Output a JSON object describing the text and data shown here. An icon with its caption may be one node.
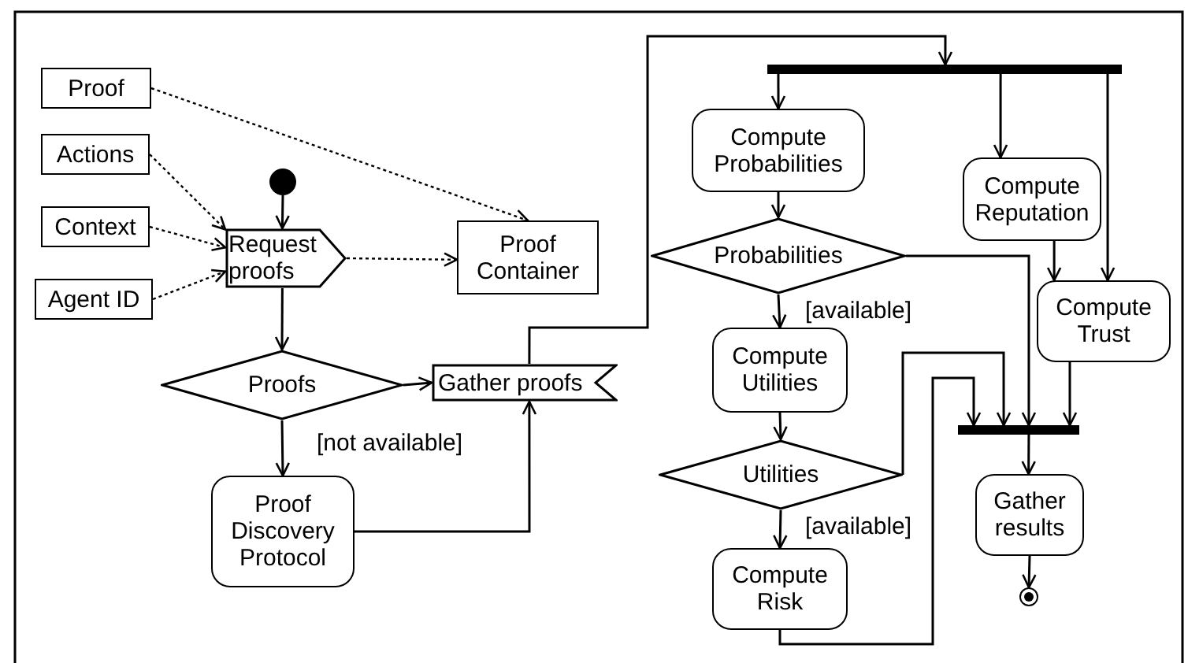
{
  "diagram": {
    "nodes": [
      {
        "text": [
          "Proof"
        ]
      },
      {
        "text": [
          "Actions"
        ]
      },
      {
        "text": [
          "Context"
        ]
      },
      {
        "text": [
          "Agent ID"
        ]
      },
      {
        "text": [],
        "shape": "circle"
      },
      {
        "text": [
          "Request proofs"
        ]
      },
      {
        "text": [
          "Proof Container"
        ]
      },
      {
        "text": [
          "Proofs"
        ]
      },
      {
        "text": [
          "Gather proofs"
        ]
      },
      {
        "text": [
          "Proof Discovery Protocol"
        ]
      },
      {
        "text": [],
        "shape": "bar"
      },
      {
        "text": [
          "Compute Probabilities"
        ]
      },
      {
        "text": [
          "Compute Reputation"
        ]
      },
      {
        "text": [
          "Probabilities"
        ]
      },
      {
        "text": [
          "Compute Trust"
        ]
      },
      {
        "text": [
          "Compute Utilities"
        ]
      },
      {
        "text": [
          "Utilities"
        ]
      },
      {
        "text": [],
        "shape": "bar"
      },
      {
        "text": [
          "Gather results"
        ]
      },
      {
        "text": [
          "Compute Risk"
        ]
      },
      {
        "text": [],
        "shape": "bullseye"
      }
    ],
    "edges": [
      {
        "from": 0,
        "to": 6,
        "arrow": "to",
        "style": "dashed"
      },
      {
        "from": 1,
        "to": 5,
        "arrow": "to",
        "style": "dashed"
      },
      {
        "from": 2,
        "to": 5,
        "arrow": "to",
        "style": "dashed"
      },
      {
        "from": 3,
        "to": 5,
        "arrow": "to",
        "style": "dashed"
      },
      {
        "from": 5,
        "to": 6,
        "arrow": "to",
        "style": "dashed"
      },
      {
        "from": 4,
        "to": 5,
        "arrow": "to"
      },
      {
        "from": 5,
        "to": 7,
        "arrow": "to"
      },
      {
        "from": 7,
        "to": 8,
        "arrow": "to"
      },
      {
        "from": 7,
        "to": 9,
        "arrow": "to",
        "label": "[not available]"
      },
      {
        "from": 9,
        "to": 8,
        "arrow": "to"
      },
      {
        "from": 8,
        "to": 10,
        "arrow": "to"
      },
      {
        "from": 10,
        "to": 11,
        "arrow": "to"
      },
      {
        "from": 10,
        "to": 12,
        "arrow": "to"
      },
      {
        "from": 10,
        "to": 14,
        "arrow": "to"
      },
      {
        "from": 11,
        "to": 13,
        "arrow": "to"
      },
      {
        "from": 13,
        "to": 15,
        "arrow": "to",
        "label": "[available]"
      },
      {
        "from": 13,
        "to": 17,
        "arrow": "to"
      },
      {
        "from": 12,
        "to": 14,
        "arrow": "to"
      },
      {
        "from": 14,
        "to": 17,
        "arrow": "to"
      },
      {
        "from": 16,
        "to": 17,
        "arrow": "to"
      },
      {
        "from": 15,
        "to": 16,
        "arrow": "to"
      },
      {
        "from": 16,
        "to": 19,
        "arrow": "to",
        "label": "[available]"
      },
      {
        "from": 19,
        "to": 17,
        "arrow": "to"
      },
      {
        "from": 17,
        "to": 18,
        "arrow": "to"
      },
      {
        "from": 18,
        "to": 20,
        "arrow": "to"
      }
    ]
  }
}
